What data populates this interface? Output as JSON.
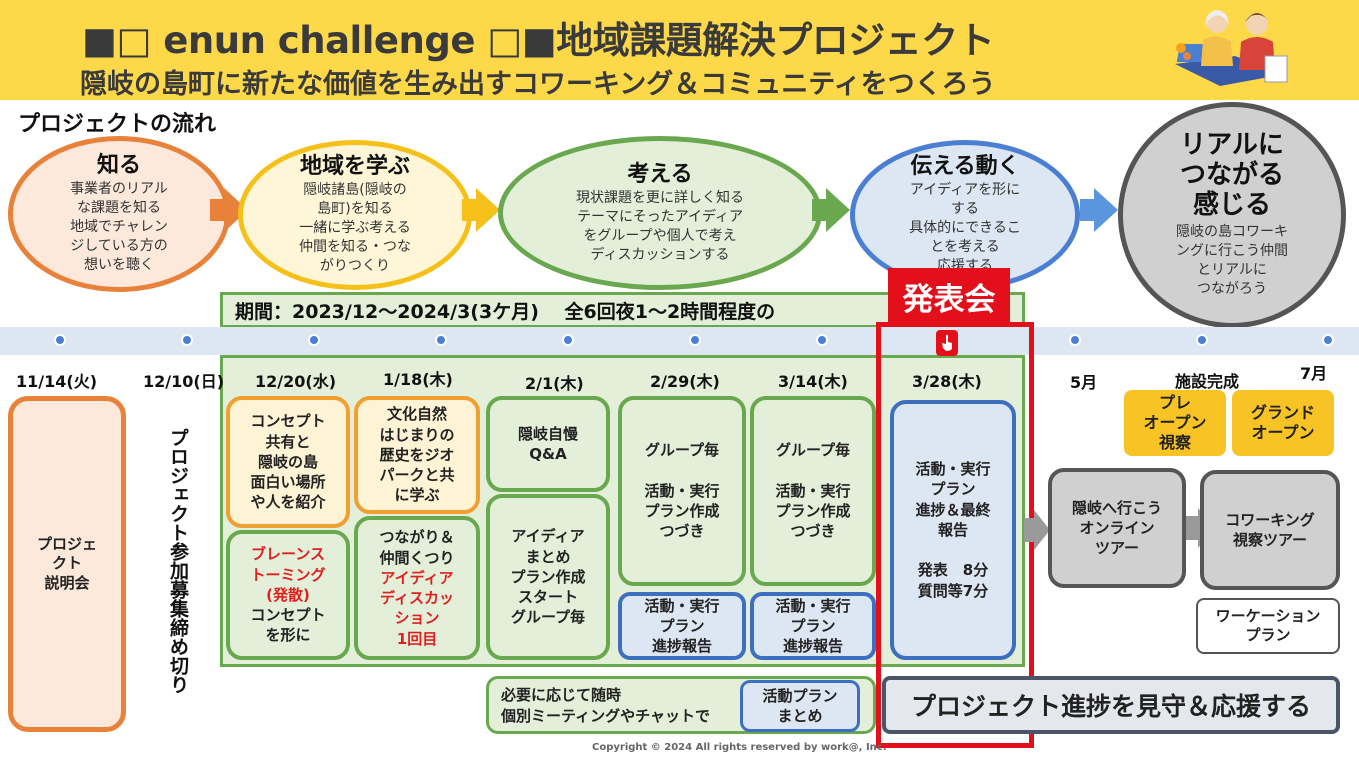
{
  "header": {
    "title": "■□ enun challenge □■地域課題解決プロジェクト",
    "subtitle": "隠岐の島町に新たな価値を生み出すコワーキング＆コミュニティをつくろう",
    "illustration_icon": "people-working-illustration-icon"
  },
  "flow_heading": "プロジェクトの流れ",
  "stages": [
    {
      "title": "知る",
      "text": "事業者のリアル\nな課題を知る\n地域でチャレン\nジしている方の\n想いを聴く",
      "color": "#e8823a",
      "fill": "#fde9dc"
    },
    {
      "title": "地域を学ぶ",
      "text": "隠岐諸島(隠岐の\n島町)を知る\n一緒に学ぶ考える\n仲間を知る・つな\nがりつくり",
      "color": "#f5c019",
      "fill": "#fff6d8"
    },
    {
      "title": "考える",
      "text": "現状課題を更に詳しく知る\nテーマにそったアイディア\nをグループや個人で考え\nディスカッションする",
      "color": "#6aa84f",
      "fill": "#e3efd9"
    },
    {
      "title": "伝える動く",
      "text": "アイディアを形に\nする\n具体的にできるこ\nとを考える\n応援する",
      "color": "#4a7fd3",
      "fill": "#dde6f3"
    },
    {
      "title": "リアルに\nつながる\n感じる",
      "text": "隠岐の島コワーキ\nングに行こう仲間\nとリアルに\nつながろう",
      "color": "#555555",
      "fill": "#d0d0d0"
    }
  ],
  "period_text": "期間：2023/12〜2024/3(3ケ月)　 全6回夜1〜2時間程度の",
  "presentation_label": "発表会",
  "hand_icon": "pointing-hand-icon",
  "dates": [
    "11/14(火)",
    "12/10(日)",
    "12/20(水)",
    "1/18(木)",
    "2/1(木)",
    "2/29(木)",
    "3/14(木)",
    "3/28(木)",
    "5月",
    "施設完成",
    "7月"
  ],
  "boxes": {
    "briefing": "プロジェ\nクト\n説明会",
    "deadline": "プロジェクト参加募集締め切り",
    "dec20_top": "コンセプト\n共有と\n隠岐の島\n面白い場所\nや人を紹介",
    "dec20_bottom_red": "ブレーンス\nトーミング\n(発散)",
    "dec20_bottom": "コンセプト\nを形に",
    "jan18_top": "文化自然\nはじまりの\n歴史をジオ\nパークと共\nに学ぶ",
    "jan18_bottom": "つながり＆\n仲間くつり",
    "jan18_bottom_red": "アイディア\nディスカッ\nション\n1回目",
    "feb1_top": "隠岐自慢\nQ&A",
    "feb1_bottom": "アイディア\nまとめ\nプラン作成\nスタート\nグループ毎",
    "feb29_top": "グループ毎\n\n活動・実行\nプラン作成\nつづき",
    "feb29_bottom": "活動・実行\nプラン\n進捗報告",
    "mar14_top": "グループ毎\n\n活動・実行\nプラン作成\nつづき",
    "mar14_bottom": "活動・実行\nプラン\n進捗報告",
    "mar28": "活動・実行\nプラン\n進捗＆最終\n報告\n\n発表　8分\n質問等7分",
    "online_tour": "隠岐へ行こう\nオンライン\nツアー",
    "coworking_tour": "コワーキング\n視察ツアー",
    "pre_open": "プレ\nオープン\n視察",
    "grand_open": "グランド\nオープン",
    "workation": "ワーケーション\nプラン",
    "meeting": "必要に応じて随時\n個別ミーティングやチャットで",
    "plan_summary": "活動プラン\nまとめ",
    "support": "プロジェクト進捗を見守＆応援する"
  },
  "copyright": "Copyright © 2024 All rights reserved by work@, Inc."
}
